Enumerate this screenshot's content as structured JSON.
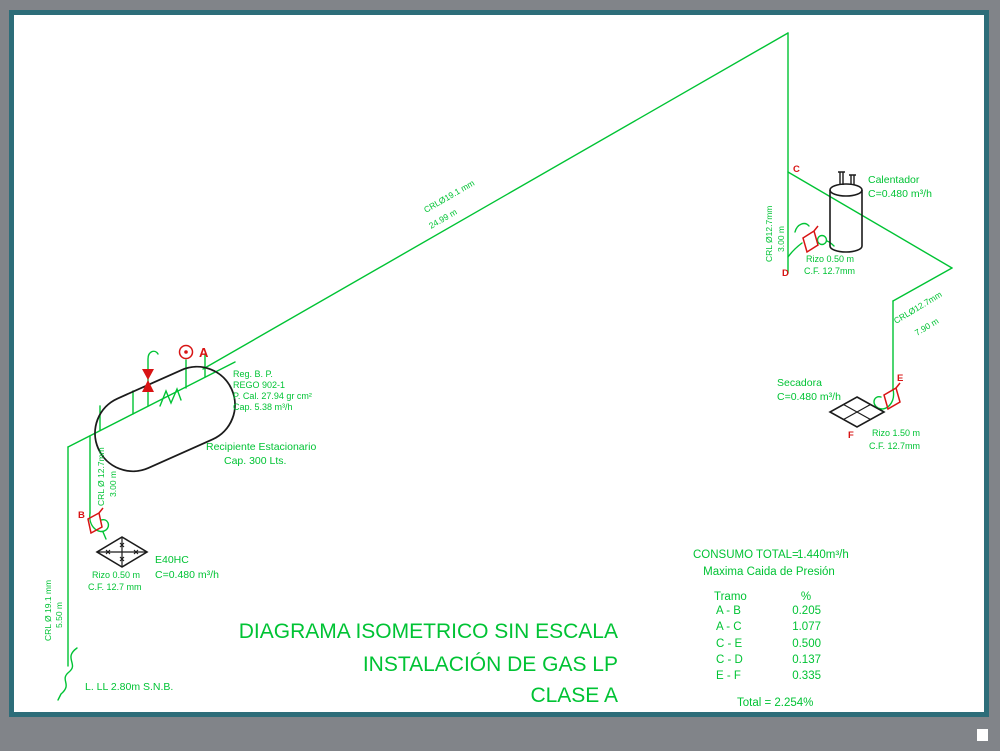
{
  "title": {
    "line1": "DIAGRAMA ISOMETRICO SIN ESCALA",
    "line2": "INSTALACIÓN DE GAS LP",
    "line3": "CLASE A"
  },
  "consumption": {
    "total_label": "CONSUMO TOTAL=",
    "total_value": "1.440m³/h",
    "subtitle": "Maxima Caida de Presión",
    "col_tramo": "Tramo",
    "col_pct": "%",
    "rows": [
      {
        "tramo": "A - B",
        "pct": "0.205"
      },
      {
        "tramo": "A - C",
        "pct": "1.077"
      },
      {
        "tramo": "C - E",
        "pct": "0.500"
      },
      {
        "tramo": "C - D",
        "pct": "0.137"
      },
      {
        "tramo": "E - F",
        "pct": "0.335"
      }
    ],
    "total_line": "Total = 2.254%"
  },
  "tank": {
    "label1": "Recipiente Estacionario",
    "label2": "Cap. 300 Lts."
  },
  "regulator": {
    "line1": "Reg. B. P.",
    "line2": "REGO 902-1",
    "line3": "P. Cal. 27.94 gr cm²",
    "line4": "Cap. 5.38 m³/h"
  },
  "appliances": {
    "calentador": {
      "name": "Calentador",
      "consumption": "C=0.480 m³/h"
    },
    "secadora": {
      "name": "Secadora",
      "consumption": "C=0.480 m³/h"
    },
    "estufa": {
      "name": "E40HC",
      "consumption": "C=0.480 m³/h"
    }
  },
  "rizos": {
    "estufa": {
      "l1": "Rizo 0.50 m",
      "l2": "C.F. 12.7 mm"
    },
    "calentador": {
      "l1": "Rizo 0.50 m",
      "l2": "C.F. 12.7mm"
    },
    "secadora": {
      "l1": "Rizo 1.50 m",
      "l2": "C.F. 12.7mm"
    }
  },
  "pipes": {
    "main_run": {
      "l1": "CRLØ19.1 mm",
      "l2": "24.99 m"
    },
    "branch_secadora": {
      "l1": "CRLØ12.7mm",
      "l2": "7.90 m"
    },
    "drop_calentador": {
      "l1": "CRL Ø12.7mm",
      "l2": "3.00 m"
    },
    "drop_estufa": {
      "l1": "CRL Ø 12.7mm",
      "l2": "3.00 m"
    },
    "riser_left": {
      "l1": "CRL Ø 19.1 mm",
      "l2": "5.50 m"
    },
    "ground": "L. LL 2.80m S.N.B."
  },
  "markers": {
    "a": "A",
    "b": "B",
    "c": "C",
    "d": "D",
    "e": "E",
    "f": "F"
  },
  "colors": {
    "line": "#00c334",
    "accent": "#d81414",
    "ink": "#1b1b1b",
    "frame": "#2d6d79",
    "outer": "#818489"
  }
}
